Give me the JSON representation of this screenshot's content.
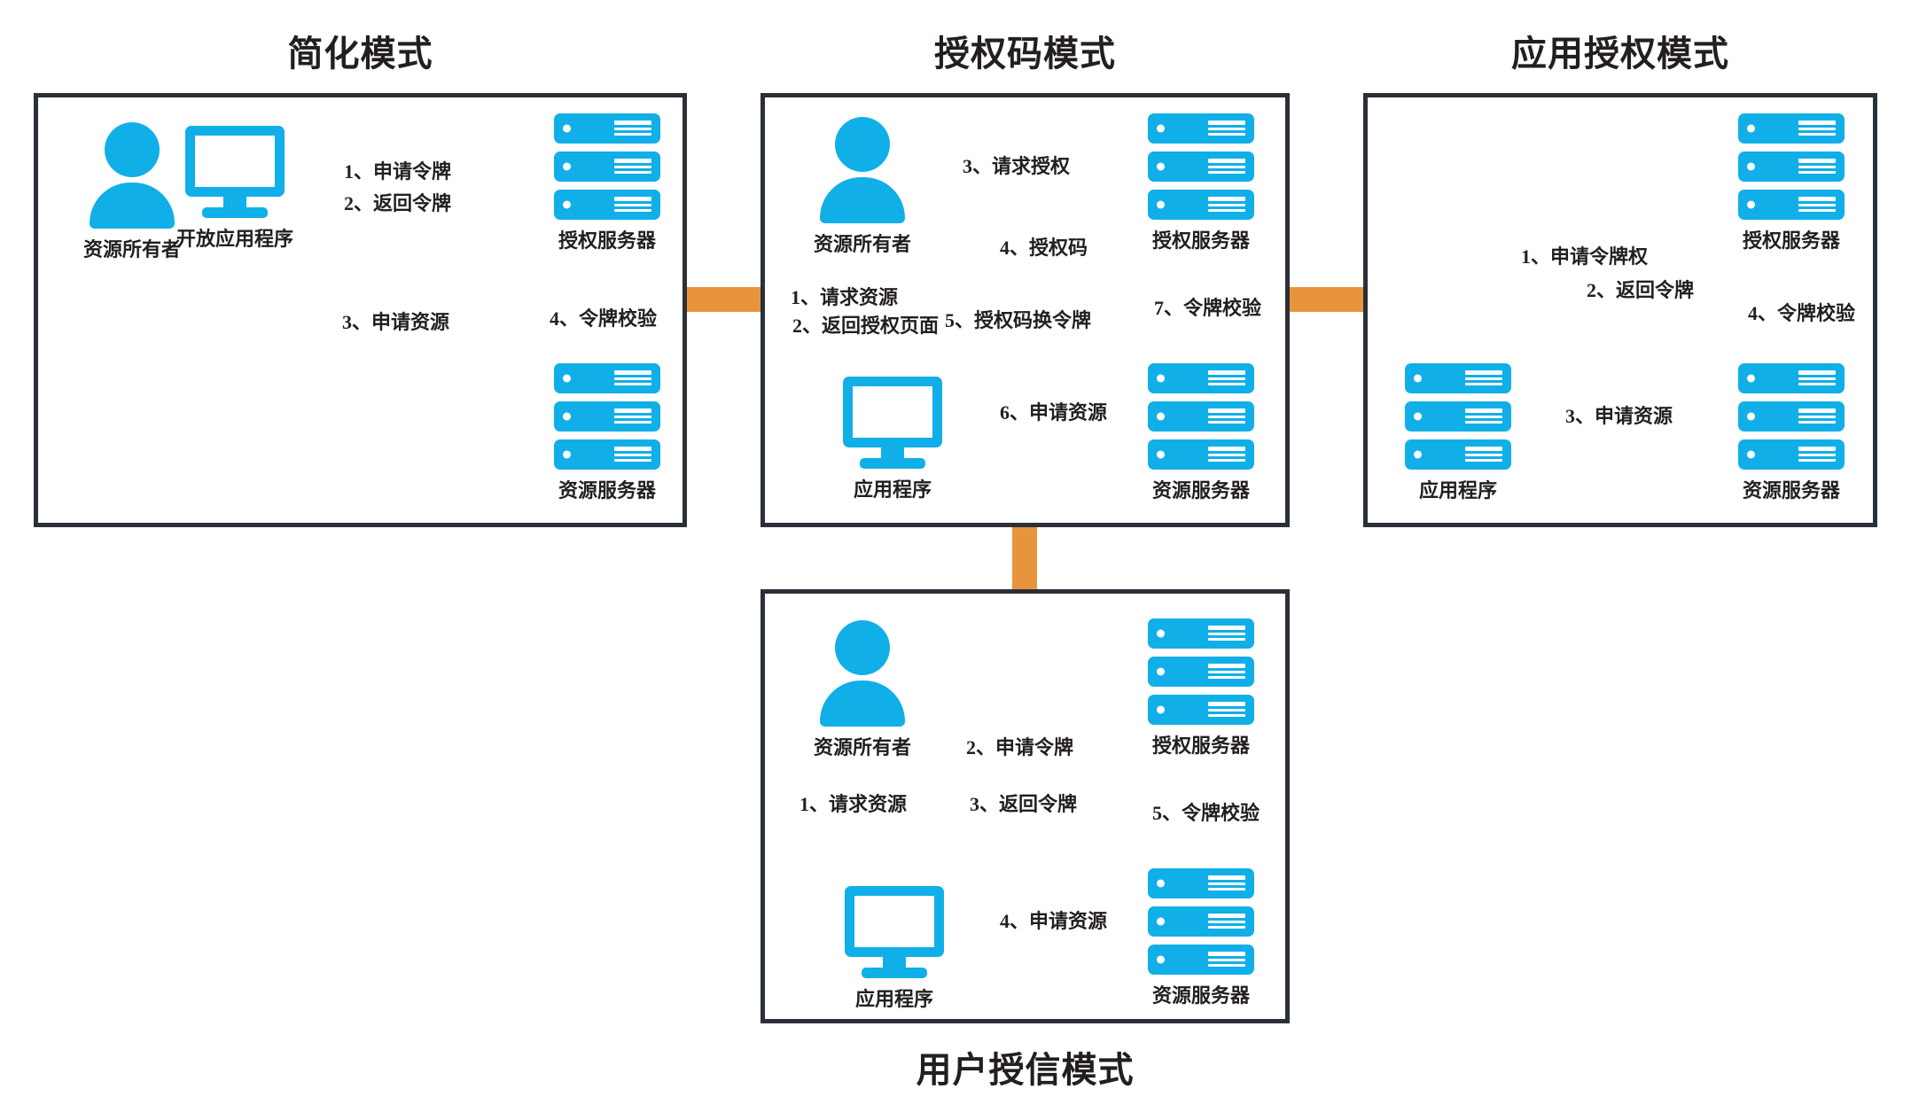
{
  "diagram": {
    "title_simplified": "简化模式",
    "title_auth_code": "授权码模式",
    "title_app_auth": "应用授权模式",
    "title_user_credential": "用户授信模式",
    "colors": {
      "accent_cyan": "#10afe8",
      "accent_orange": "#e8943c",
      "border": "#2b3038",
      "text": "#231f20"
    }
  },
  "nodes": {
    "resource_owner": "资源所有者",
    "open_app": "开放应用程序",
    "app": "应用程序",
    "auth_server": "授权服务器",
    "resource_server": "资源服务器"
  },
  "panel_simplified": {
    "title": "简化模式",
    "nodes": {
      "owner": "资源所有者",
      "open_app": "开放应用程序",
      "auth_server": "授权服务器",
      "resource_server": "资源服务器"
    },
    "steps": [
      {
        "id": "s1",
        "label": "1、申请令牌",
        "style": "dotted"
      },
      {
        "id": "s2",
        "label": "2、返回令牌",
        "style": "solid"
      },
      {
        "id": "s3",
        "label": "3、申请资源",
        "style": "dotted"
      },
      {
        "id": "s4",
        "label": "4、令牌校验",
        "style": "dotted"
      }
    ]
  },
  "panel_auth_code": {
    "title": "授权码模式",
    "nodes": {
      "owner": "资源所有者",
      "app": "应用程序",
      "auth_server": "授权服务器",
      "resource_server": "资源服务器"
    },
    "steps": [
      {
        "id": "a1",
        "label": "1、请求资源",
        "style": "dotted"
      },
      {
        "id": "a2",
        "label": "2、返回授权页面",
        "style": "solid"
      },
      {
        "id": "a3",
        "label": "3、请求授权",
        "style": "dotted"
      },
      {
        "id": "a4",
        "label": "4、授权码",
        "style": "solid"
      },
      {
        "id": "a5",
        "label": "5、授权码换令牌",
        "style": "dotted"
      },
      {
        "id": "a6",
        "label": "6、申请资源",
        "style": "dotted"
      },
      {
        "id": "a7",
        "label": "7、令牌校验",
        "style": "dotted"
      }
    ]
  },
  "panel_app_auth": {
    "title": "应用授权模式",
    "nodes": {
      "app": "应用程序",
      "auth_server": "授权服务器",
      "resource_server": "资源服务器"
    },
    "steps": [
      {
        "id": "p1",
        "label": "1、申请令牌权",
        "style": "dotted"
      },
      {
        "id": "p2",
        "label": "2、返回令牌",
        "style": "solid"
      },
      {
        "id": "p3",
        "label": "3、申请资源",
        "style": "dotted"
      },
      {
        "id": "p4",
        "label": "4、令牌校验",
        "style": "dotted"
      }
    ]
  },
  "panel_user_credential": {
    "title": "用户授信模式",
    "nodes": {
      "owner": "资源所有者",
      "app": "应用程序",
      "auth_server": "授权服务器",
      "resource_server": "资源服务器"
    },
    "steps": [
      {
        "id": "u1",
        "label": "1、请求资源",
        "style": "dotted"
      },
      {
        "id": "u2",
        "label": "2、申请令牌",
        "style": "dotted"
      },
      {
        "id": "u3",
        "label": "3、返回令牌",
        "style": "solid"
      },
      {
        "id": "u4",
        "label": "4、申请资源",
        "style": "dotted"
      },
      {
        "id": "u5",
        "label": "5、令牌校验",
        "style": "dotted"
      }
    ]
  },
  "transitions": {
    "to_simplified": "left-arrow",
    "to_app_auth": "right-arrow",
    "to_user_credential": "down-arrow"
  }
}
